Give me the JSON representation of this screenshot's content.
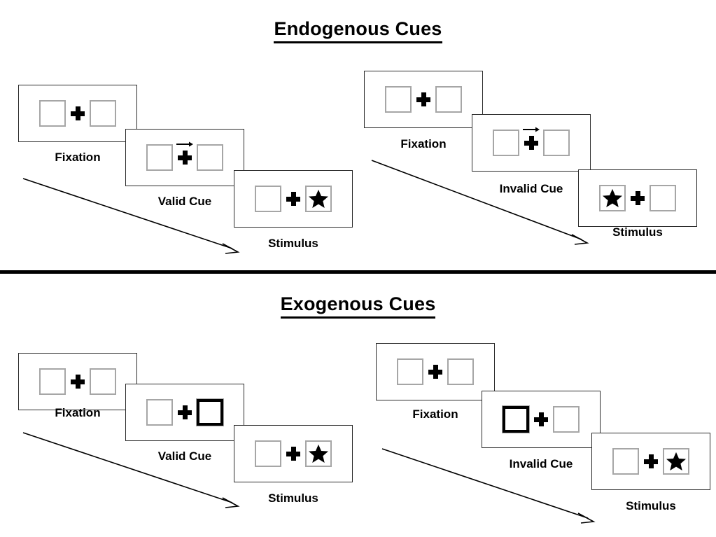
{
  "sections": [
    {
      "id": "endogenous",
      "title": "Endogenous Cues",
      "conditions": [
        {
          "id": "endogenous-valid",
          "frames": [
            {
              "label": "Fixation",
              "left_box": "empty",
              "right_box": "empty",
              "cue": "none",
              "plus": "plus-icon"
            },
            {
              "label": "Valid Cue",
              "left_box": "empty",
              "right_box": "empty",
              "cue": "arrow-right-icon",
              "plus": "plus-icon"
            },
            {
              "label": "Stimulus",
              "left_box": "empty",
              "right_box": "star-icon",
              "cue": "none",
              "plus": "plus-icon"
            }
          ]
        },
        {
          "id": "endogenous-invalid",
          "frames": [
            {
              "label": "Fixation",
              "left_box": "empty",
              "right_box": "empty",
              "cue": "none",
              "plus": "plus-icon"
            },
            {
              "label": "Invalid Cue",
              "left_box": "empty",
              "right_box": "empty",
              "cue": "arrow-right-icon",
              "plus": "plus-icon"
            },
            {
              "label": "Stimulus",
              "left_box": "star-icon",
              "right_box": "empty",
              "cue": "none",
              "plus": "plus-icon"
            }
          ]
        }
      ]
    },
    {
      "id": "exogenous",
      "title": "Exogenous Cues",
      "conditions": [
        {
          "id": "exogenous-valid",
          "frames": [
            {
              "label": "Fixation",
              "left_box": "empty",
              "right_box": "empty",
              "cue": "none",
              "plus": "plus-icon"
            },
            {
              "label": "Valid Cue",
              "left_box": "empty",
              "right_box": "highlighted",
              "cue": "none",
              "plus": "plus-icon"
            },
            {
              "label": "Stimulus",
              "left_box": "empty",
              "right_box": "star-icon",
              "cue": "none",
              "plus": "plus-icon"
            }
          ]
        },
        {
          "id": "exogenous-invalid",
          "frames": [
            {
              "label": "Fixation",
              "left_box": "empty",
              "right_box": "empty",
              "cue": "none",
              "plus": "plus-icon"
            },
            {
              "label": "Invalid Cue",
              "left_box": "highlighted",
              "right_box": "empty",
              "cue": "none",
              "plus": "plus-icon"
            },
            {
              "label": "Stimulus",
              "left_box": "empty",
              "right_box": "star-icon",
              "cue": "none",
              "plus": "plus-icon"
            }
          ]
        }
      ]
    }
  ],
  "colors": {
    "frame_border": "#2b2b2b",
    "box_border": "#a6a6a6",
    "cued_box_border": "#000000",
    "ink": "#000000",
    "background": "#ffffff"
  }
}
